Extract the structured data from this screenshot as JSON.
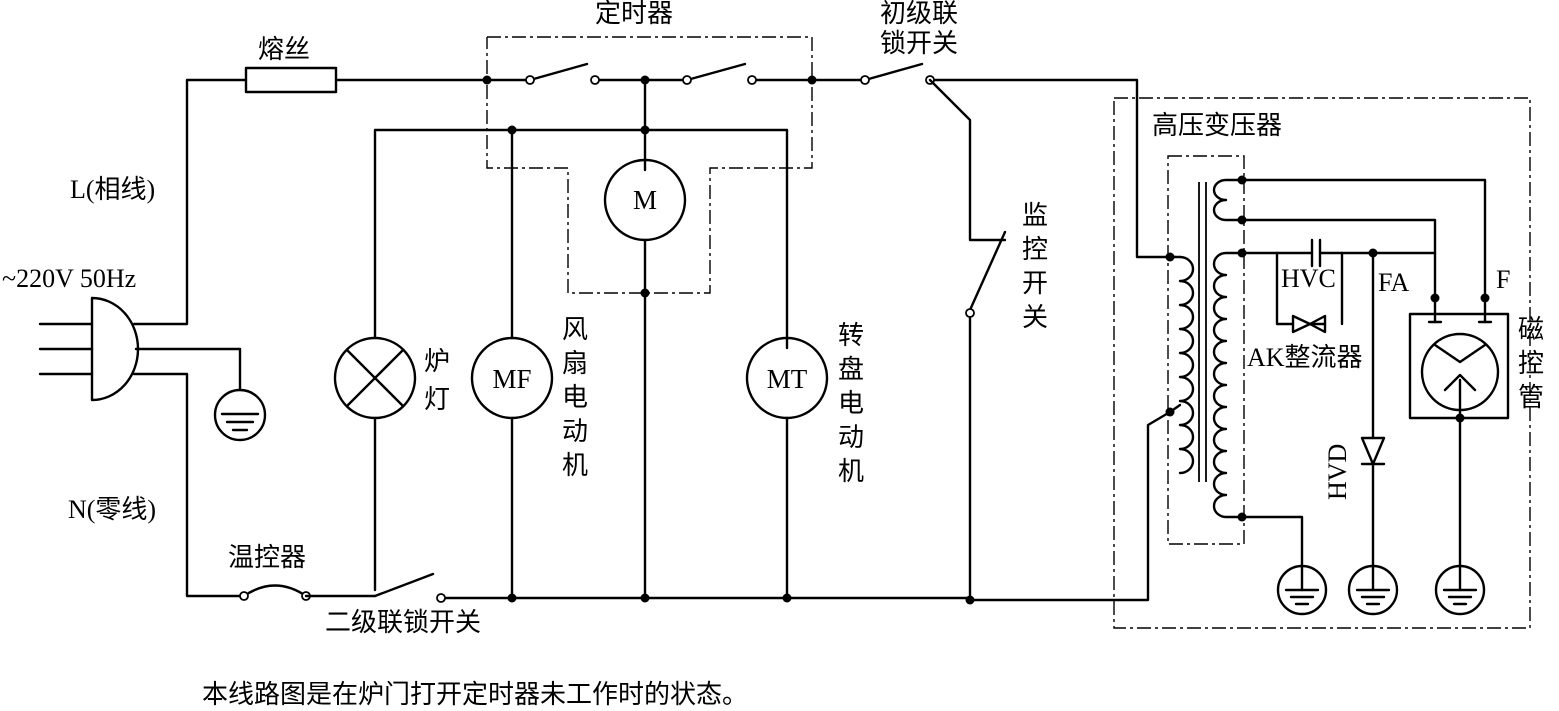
{
  "diagram": {
    "labels": {
      "fuse": "熔丝",
      "timer": "定时器",
      "primary_interlock_1": "初级联",
      "primary_interlock_2": "锁开关",
      "live": "L(相线)",
      "supply": "~220V 50Hz",
      "neutral": "N(零线)",
      "thermostat": "温控器",
      "secondary_interlock": "二级联锁开关",
      "timer_motor": "M",
      "fan_motor": "MF",
      "turntable_motor": "MT",
      "lamp_chars": [
        "炉",
        "灯"
      ],
      "fan_motor_chars": [
        "风",
        "扇",
        "电",
        "动",
        "机"
      ],
      "turntable_motor_chars": [
        "转",
        "盘",
        "电",
        "动",
        "机"
      ],
      "monitor_switch_chars": [
        "监",
        "控",
        "开",
        "关"
      ],
      "hv_transformer": "高压变压器",
      "hv_capacitor": "HVC",
      "rectifier": "AK整流器",
      "hv_diode": "HVD",
      "filament_a": "FA",
      "filament": "F",
      "magnetron_chars": [
        "磁",
        "控",
        "管"
      ],
      "caption": "本线路图是在炉门打开定时器未工作时的状态。"
    }
  }
}
